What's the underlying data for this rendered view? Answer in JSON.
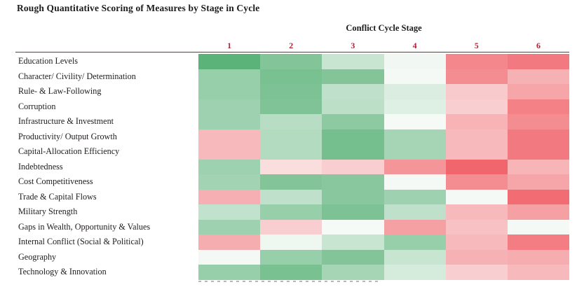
{
  "title": "Rough Quantitative Scoring of Measures by Stage in Cycle",
  "column_group_title": "Conflict Cycle Stage",
  "accent_colors": {
    "header_number": "#b01f35",
    "rule": "#4a4442",
    "text": "#1f1c1b",
    "positive_strong": "#69bf84",
    "positive_mid": "#9ed7ae",
    "positive_light": "#cfe8d6",
    "neutral": "#f7faf8",
    "negative_light": "#f9dcdd",
    "negative_mid": "#f6b6b8",
    "negative_strong": "#f4797e"
  },
  "chart_data": {
    "type": "heatmap",
    "title": "Rough Quantitative Scoring of Measures by Stage in Cycle",
    "xlabel": "Conflict Cycle Stage",
    "ylabel": "",
    "grid": false,
    "legend": "none",
    "colorscale": "red-white-green diverging",
    "value_range": [
      -1,
      1
    ],
    "categories": [
      "1",
      "2",
      "3",
      "4",
      "5",
      "6"
    ],
    "rows": [
      "Education Levels",
      "Character/ Civility/ Determination",
      "Rule- & Law-Following",
      "Corruption",
      "Infrastructure & Investment",
      "Productivity/ Output Growth",
      "Capital-Allocation Efficiency",
      "Indebtedness",
      "Cost Competitiveness",
      "Trade & Capital Flows",
      "Military Strength",
      "Gaps in Wealth, Opportunity & Values",
      "Internal Conflict (Social & Political)",
      "Geography",
      "Technology & Innovation"
    ],
    "series": [
      {
        "name": "Education Levels",
        "values": [
          0.75,
          0.55,
          0.22,
          0.04,
          -0.55,
          -0.62
        ]
      },
      {
        "name": "Character/ Civility/ Determination",
        "values": [
          0.45,
          0.6,
          0.55,
          0.03,
          -0.52,
          -0.34
        ]
      },
      {
        "name": "Rule- & Law-Following",
        "values": [
          0.45,
          0.58,
          0.26,
          0.14,
          -0.22,
          -0.4
        ]
      },
      {
        "name": "Corruption",
        "values": [
          0.42,
          0.57,
          0.28,
          0.12,
          -0.2,
          -0.58
        ]
      },
      {
        "name": "Infrastructure & Investment",
        "values": [
          0.42,
          0.3,
          0.5,
          0.02,
          -0.33,
          -0.52
        ]
      },
      {
        "name": "Productivity/ Output Growth",
        "values": [
          -0.3,
          0.32,
          0.62,
          0.38,
          -0.3,
          -0.62
        ]
      },
      {
        "name": "Capital-Allocation Efficiency",
        "values": [
          -0.3,
          0.32,
          0.62,
          0.38,
          -0.3,
          -0.62
        ]
      },
      {
        "name": "Indebtedness",
        "values": [
          0.42,
          -0.13,
          -0.2,
          -0.48,
          -0.72,
          -0.32
        ]
      },
      {
        "name": "Cost Competitiveness",
        "values": [
          0.4,
          0.55,
          0.52,
          0.03,
          -0.52,
          -0.4
        ]
      },
      {
        "name": "Trade & Capital Flows",
        "values": [
          -0.35,
          0.26,
          0.52,
          0.42,
          0.03,
          -0.68
        ]
      },
      {
        "name": "Military Strength",
        "values": [
          0.25,
          0.45,
          0.58,
          0.26,
          -0.3,
          -0.42
        ]
      },
      {
        "name": "Gaps in Wealth, Opportunity & Values",
        "values": [
          0.42,
          -0.2,
          0.02,
          -0.42,
          -0.26,
          0.03
        ]
      },
      {
        "name": "Internal Conflict (Social & Political)",
        "values": [
          -0.36,
          0.05,
          0.22,
          0.45,
          -0.3,
          -0.6
        ]
      },
      {
        "name": "Geography",
        "values": [
          0.03,
          0.45,
          0.55,
          0.22,
          -0.34,
          -0.36
        ]
      },
      {
        "name": "Technology & Innovation",
        "values": [
          0.45,
          0.6,
          0.38,
          0.16,
          -0.2,
          -0.3
        ]
      }
    ]
  }
}
